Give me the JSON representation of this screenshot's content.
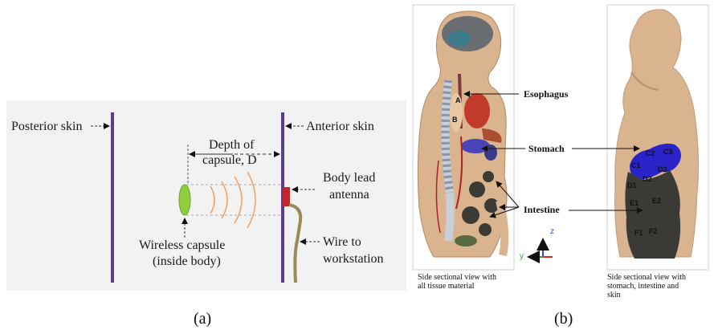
{
  "panel_a": {
    "posterior_skin": "Posterior skin",
    "anterior_skin": "Anterior skin",
    "depth_line1": "Depth of",
    "depth_line2": "capsule, D",
    "body_lead_line1": "Body lead",
    "body_lead_line2": "antenna",
    "capsule_line1": "Wireless capsule",
    "capsule_line2": "(inside body)",
    "wire_line1": "Wire  to",
    "wire_line2": "workstation",
    "caption": "(a)"
  },
  "panel_b": {
    "esophagus": "Esophagus",
    "stomach": "Stomach",
    "intestine": "Intestine",
    "left_caption": [
      "Side sectional view with",
      "all tissue material"
    ],
    "right_caption": [
      "Side sectional view with",
      "stomach, intestine and",
      "skin"
    ],
    "axis_z": "z",
    "axis_y": "y",
    "organ_labels": [
      "C1",
      "C2",
      "C3",
      "D1",
      "D2",
      "D3",
      "E1",
      "E2",
      "F1",
      "F2"
    ],
    "caption": "(b)"
  },
  "colors": {
    "skin_line": "#5b3d8c",
    "capsule": "#8fce3f",
    "wave": "#f0a060",
    "antenna": "#c0272d",
    "wire": "#9a8a5a",
    "stomach": "#2a24c8",
    "intestine": "#3a3a36",
    "skin_tone": "#d9b48f"
  }
}
